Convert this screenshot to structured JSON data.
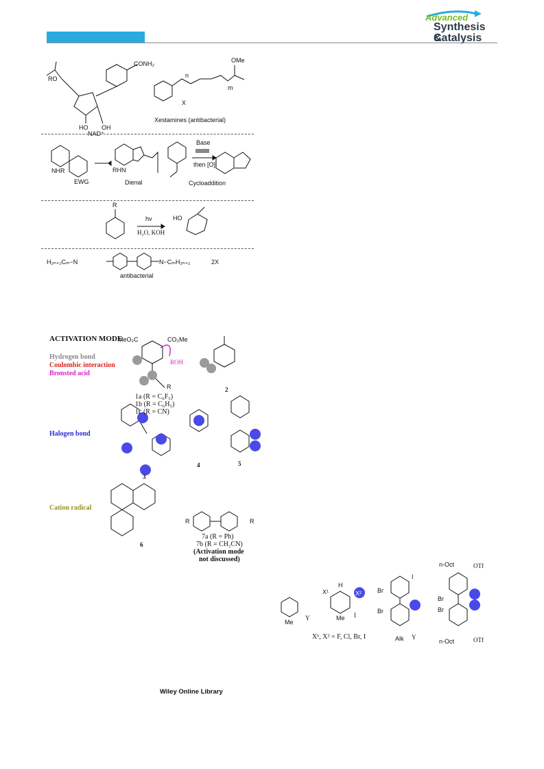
{
  "header": {
    "logo_line1": "Advanced",
    "logo_line2": "Synthesis &",
    "logo_line3": "Catalysis",
    "accent_color": "#29abe2"
  },
  "scheme_top": {
    "nad_label": "NAD⁺",
    "nad_ro": "RO",
    "nad_conh2": "CONH₂",
    "nad_ho": "HO",
    "nad_oh": "OH",
    "xestamines_label": "Xestamines (antibacterial)",
    "xest_ome": "OMe",
    "xest_n": "n",
    "xest_m": "m",
    "xest_x": "X",
    "dienal_label": "Dienal",
    "nhr": "NHR",
    "ewg": "EWG",
    "rhn": "RHN",
    "base_label": "Base",
    "then_o": "then [O]",
    "cycloaddition_label": "Cycloaddition",
    "hv": "hv",
    "h2o_koh": "H₂O, KOH",
    "ho_label": "HO",
    "r_label": "R",
    "viologen_left": "H₂ₙ₊₁Cₘ−N",
    "viologen_right": "N−CₘH₂ₙ₊₁",
    "viologen_2x": "2X",
    "antibacterial_label": "antibacterial"
  },
  "activation": {
    "title": "ACTIVATION MODE",
    "hydrogen_bond": "Hydrogen bond",
    "coulombic": "Coulombic interaction",
    "bronsted": "Bronsted acid",
    "halogen_bond": "Halogen bond",
    "cation_radical": "Cation radical",
    "meo2c": "MeO₂C",
    "co2me": "CO₂Me",
    "roh": "ROH",
    "r": "R",
    "cmp_1a": "1a (R = C₆F₅)",
    "cmp_1b": "1b (R = C₆H₅)",
    "cmp_1c": "1c (R = CN)",
    "cmp_2": "2",
    "cmp_3": "3",
    "cmp_4": "4",
    "cmp_5": "5",
    "cmp_6": "6",
    "cmp_7a": "7a (R = Ph)",
    "cmp_7b": "7b (R = CH₂CN)",
    "note_1": "(Activation mode",
    "note_2": "not discussed)",
    "hydrogen_color": "#888888",
    "coulombic_color": "#e0201b",
    "bronsted_color": "#e020c8",
    "halogen_color": "#2a2ad8",
    "cation_color": "#a09020"
  },
  "right_scheme": {
    "me": "Me",
    "y": "Y",
    "x1": "X¹",
    "x2": "X²",
    "h": "H",
    "i_anion": "I",
    "halogens": "X¹, X² = F, Cl, Br, I",
    "br": "Br",
    "alk": "Alk",
    "noct": "n-Oct",
    "otf": "OTf",
    "i": "I"
  },
  "footer": {
    "library": "Wiley Online Library"
  }
}
